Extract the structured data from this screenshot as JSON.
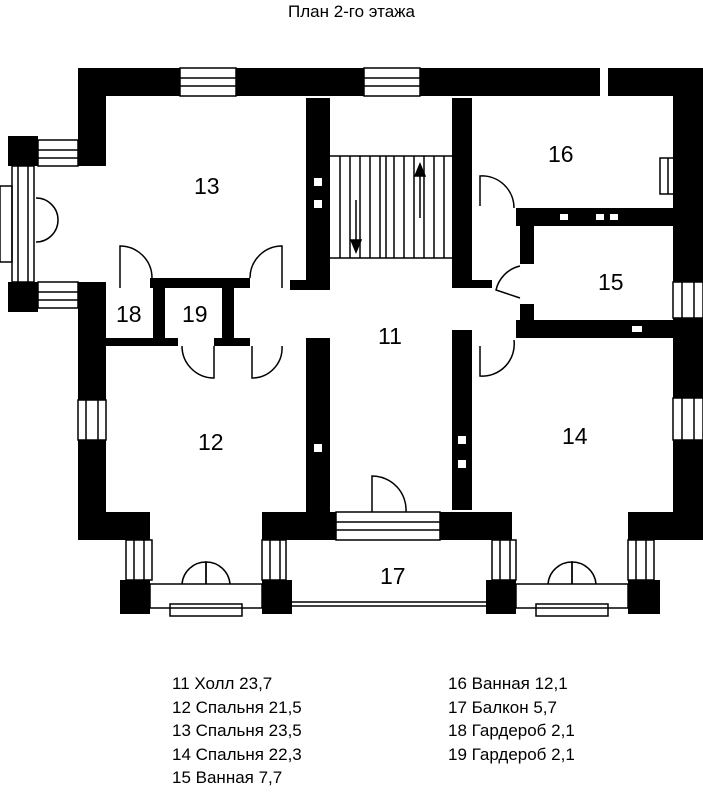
{
  "title": "План 2-го этажа",
  "rooms": [
    {
      "id": "11",
      "name": "Холл",
      "area": "23,7"
    },
    {
      "id": "12",
      "name": "Спальня",
      "area": "21,5"
    },
    {
      "id": "13",
      "name": "Спальня",
      "area": "23,5"
    },
    {
      "id": "14",
      "name": "Спальня",
      "area": "22,3"
    },
    {
      "id": "15",
      "name": "Ванная",
      "area": "7,7"
    },
    {
      "id": "16",
      "name": "Ванная",
      "area": "12,1"
    },
    {
      "id": "17",
      "name": "Балкон",
      "area": "5,7"
    },
    {
      "id": "18",
      "name": "Гардероб",
      "area": "2,1"
    },
    {
      "id": "19",
      "name": "Гардероб",
      "area": "2,1"
    }
  ],
  "legend_left": [
    "11 Холл 23,7",
    "12 Спальня 21,5",
    "13 Спальня 23,5",
    "14 Спальня 22,3",
    "15 Ванная 7,7"
  ],
  "legend_right": [
    "16 Ванная 12,1",
    "17 Балкон 5,7",
    "18 Гардероб 2,1",
    "19 Гардероб 2,1"
  ],
  "colors": {
    "wall": "#000000",
    "background": "#ffffff"
  }
}
